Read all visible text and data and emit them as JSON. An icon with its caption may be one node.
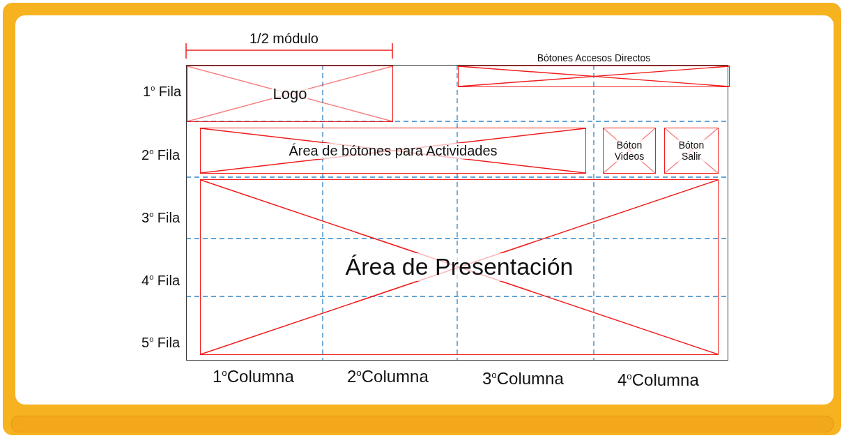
{
  "diagram": {
    "nodes": [
      {
        "text": [],
        "shape": "box"
      },
      {
        "text": [
          "Logo"
        ],
        "in": 0
      },
      {
        "text": [
          "Bótones Accesos Directos"
        ],
        "in": 0
      },
      {
        "text": [
          "Área de bótones para Actividades"
        ],
        "in": 0
      },
      {
        "text": [
          "Bóton Videos"
        ],
        "in": 0
      },
      {
        "text": [
          "Bóton Salir"
        ],
        "in": 0
      },
      {
        "text": [
          "Área de Presentación"
        ],
        "in": 0
      }
    ],
    "labels": [
      "1/2 módulo",
      "1$^{o}$ Fila",
      "2$^{o}$ Fila",
      "3$^{o}$ Fila",
      "4$^{o}$ Fila",
      "5$^{o}$ Fila",
      "1$^{o}$Columna",
      "2$^{o}$Columna",
      "3$^{o}$Columna",
      "4$^{o}$Columna"
    ]
  }
}
